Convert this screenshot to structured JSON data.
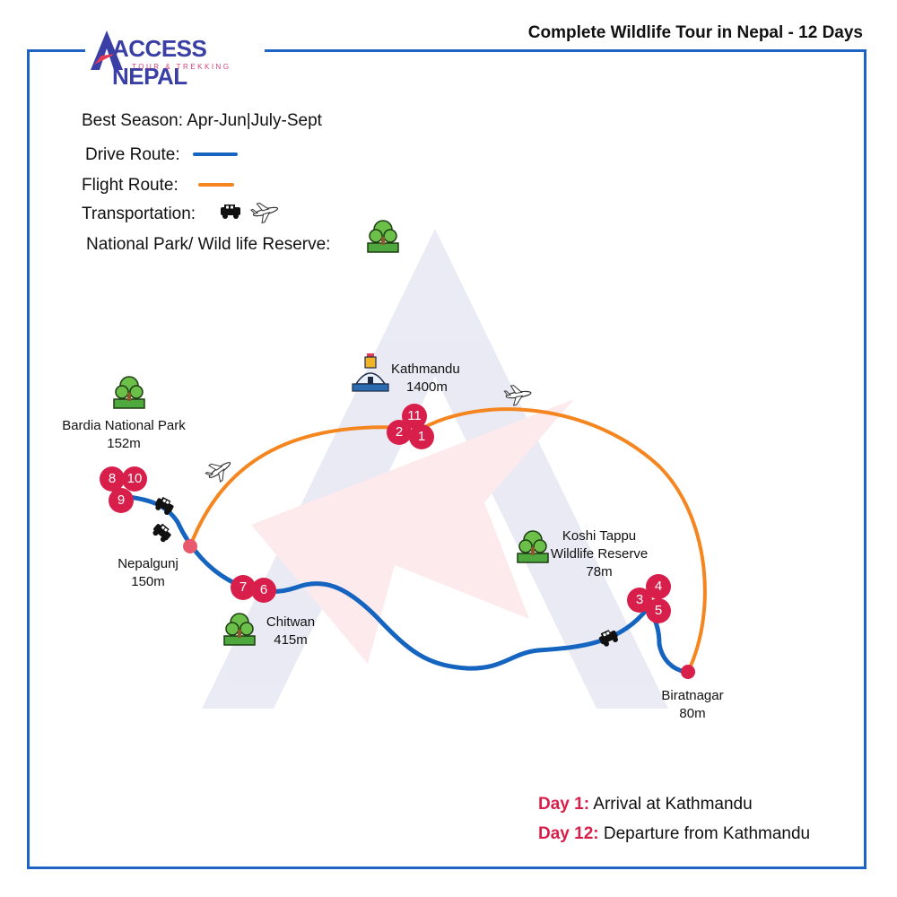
{
  "header": {
    "title": "Complete Wildlife Tour in Nepal - 12 Days",
    "logo_text": "ACCESS NEPAL",
    "logo_subtext": "TOUR & TREKKING"
  },
  "legend": {
    "best_season": "Best Season: Apr-Jun|July-Sept",
    "drive_route": "Drive Route:",
    "flight_route": "Flight Route:",
    "transportation": "Transportation:",
    "national_park": "National Park/ Wild life Reserve:"
  },
  "colors": {
    "drive_route": "#1565c0",
    "flight_route": "#f5861f",
    "day_badge": "#d81f4b",
    "frame": "#1f63c4"
  },
  "places": {
    "kathmandu": {
      "name": "Kathmandu",
      "altitude": "1400m"
    },
    "bardia": {
      "name": "Bardia National Park",
      "altitude": "152m"
    },
    "nepalgunj": {
      "name": "Nepalgunj",
      "altitude": "150m"
    },
    "chitwan": {
      "name": "Chitwan",
      "altitude": "415m"
    },
    "koshi": {
      "name_line1": "Koshi Tappu",
      "name_line2": "Wildlife Reserve",
      "altitude": "78m"
    },
    "biratnagar": {
      "name": "Biratnagar",
      "altitude": "80m"
    }
  },
  "day_badges": {
    "d1": "1",
    "d2": "2",
    "d3": "3",
    "d4": "4",
    "d5": "5",
    "d6": "6",
    "d7": "7",
    "d8": "8",
    "d9": "9",
    "d10": "10",
    "d11": "11"
  },
  "itinerary": [
    {
      "day": "Day 1:",
      "text": "Arrival at Kathmandu"
    },
    {
      "day": "Day 12:",
      "text": "Departure from Kathmandu"
    }
  ],
  "icons": {
    "transport_car": "jeep-icon",
    "transport_plane": "airplane-icon",
    "park": "tree-park-icon",
    "kathmandu": "stupa-icon"
  }
}
